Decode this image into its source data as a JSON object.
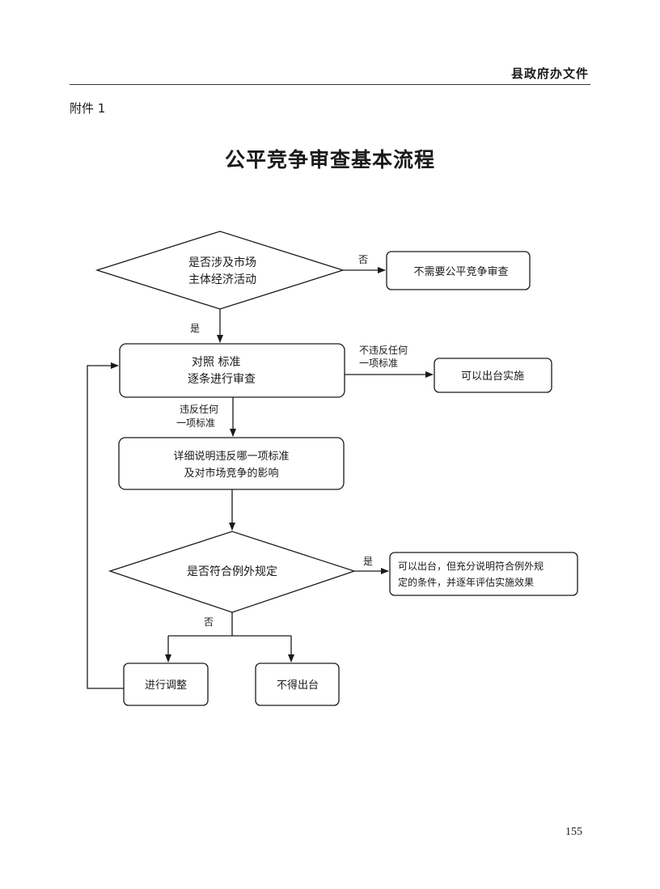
{
  "header": {
    "title": "县政府办文件"
  },
  "attachment_label": "附件 1",
  "document_title": "公平竞争审查基本流程",
  "flowchart": {
    "decision1": {
      "line1": "是否涉及市场",
      "line2": "主体经济活动"
    },
    "no_review_box": "不需要公平竞争审查",
    "edge_no_1": "否",
    "edge_yes_1": "是",
    "review_box": {
      "line1": "对照 标准",
      "line2": "逐条进行审查"
    },
    "edge_not_violate": {
      "line1": "不违反任何",
      "line2": "一项标准"
    },
    "can_issue_box": "可以出台实施",
    "edge_violate": {
      "line1": "违反任何",
      "line2": "一项标准"
    },
    "explain_box": {
      "line1": "详细说明违反哪一项标准",
      "line2": "及对市场竞争的影响"
    },
    "decision2": "是否符合例外规定",
    "edge_yes_2": "是",
    "exception_box": {
      "line1": "可以出台，但充分说明符合例外规",
      "line2": "定的条件，并逐年评估实施效果"
    },
    "edge_no_2": "否",
    "adjust_box": "进行调整",
    "cannot_issue_box": "不得出台"
  },
  "page_number": "155"
}
